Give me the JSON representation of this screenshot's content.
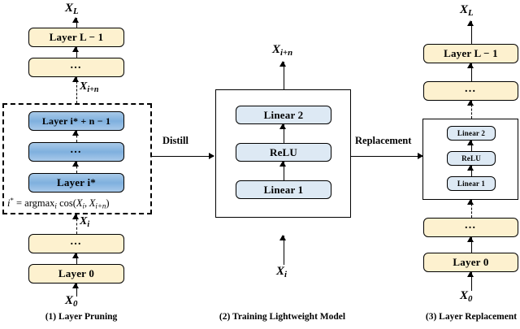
{
  "figure": {
    "panels": [
      {
        "id": "layer-pruning",
        "caption": "(1) Layer Pruning",
        "output_label": "X_L",
        "input_label": "X_0",
        "boundary_top_label": "X_i+n",
        "boundary_bottom_label": "X_i",
        "formula": "i* = argmax_i cos(X_i, X_i+n)",
        "blocks": [
          {
            "label": "Layer L − 1",
            "style": "yellow"
          },
          {
            "label": "…",
            "style": "yellow"
          },
          {
            "label": "Layer i* + n − 1",
            "style": "blue"
          },
          {
            "label": "…",
            "style": "blue"
          },
          {
            "label": "Layer i*",
            "style": "blue"
          },
          {
            "label": "…",
            "style": "yellow"
          },
          {
            "label": "Layer 0",
            "style": "yellow"
          }
        ]
      },
      {
        "id": "training-lightweight-model",
        "caption": "(2) Training Lightweight Model",
        "output_label": "X_i+n",
        "input_label": "X_i",
        "blocks": [
          {
            "label": "Linear 2",
            "style": "lightblue"
          },
          {
            "label": "ReLU",
            "style": "lightblue"
          },
          {
            "label": "Linear 1",
            "style": "lightblue"
          }
        ]
      },
      {
        "id": "layer-replacement",
        "caption": "(3) Layer Replacement",
        "output_label": "X_L",
        "input_label": "X_0",
        "blocks": [
          {
            "label": "Layer L − 1",
            "style": "yellow"
          },
          {
            "label": "…",
            "style": "yellow"
          },
          {
            "label": "Linear 2",
            "style": "lightblue"
          },
          {
            "label": "ReLU",
            "style": "lightblue"
          },
          {
            "label": "Linear 1",
            "style": "lightblue"
          },
          {
            "label": "…",
            "style": "yellow"
          },
          {
            "label": "Layer 0",
            "style": "yellow"
          }
        ]
      }
    ],
    "connectors": [
      {
        "id": "distill",
        "label": "Distill"
      },
      {
        "id": "replacement",
        "label": "Replacement"
      }
    ],
    "colors": {
      "yellow_fill": "#fdf1cf",
      "blue_fill": "#8fb8e0",
      "light_blue_fill": "#dde9f4",
      "stroke": "#000000",
      "background": "#ffffff"
    }
  }
}
